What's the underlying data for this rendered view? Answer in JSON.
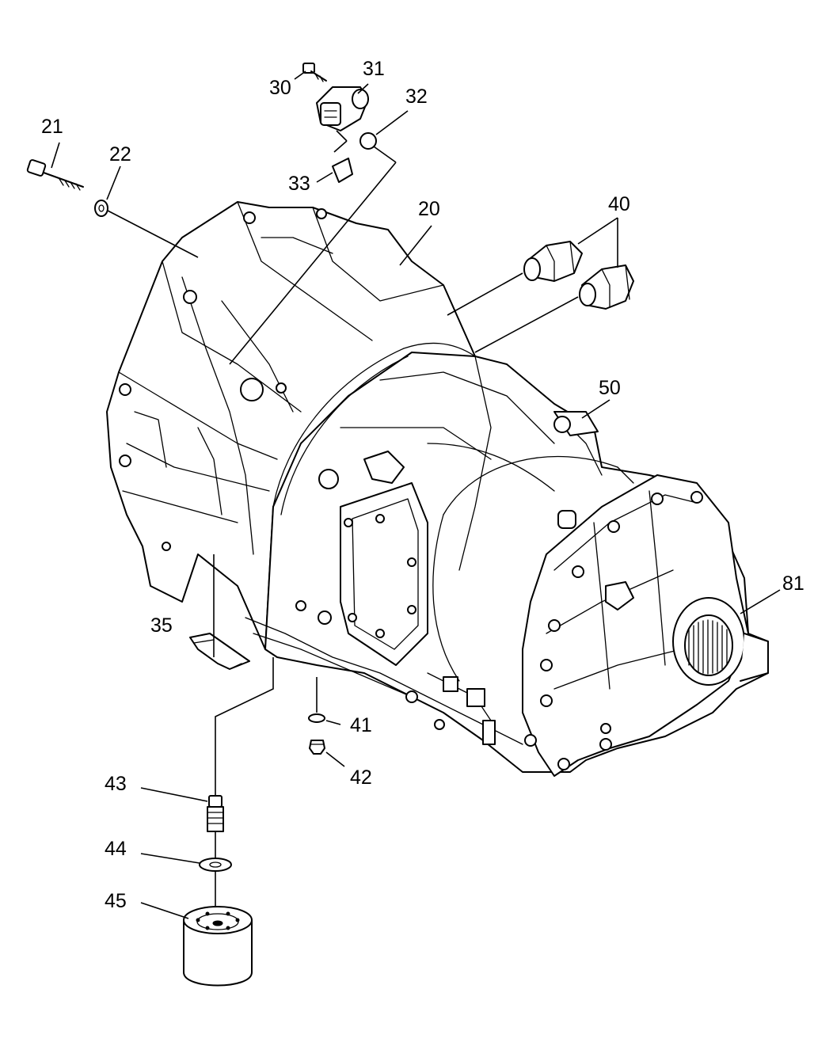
{
  "diagram": {
    "callouts": [
      {
        "id": "callout-21",
        "label": "21"
      },
      {
        "id": "callout-22",
        "label": "22"
      },
      {
        "id": "callout-30",
        "label": "30"
      },
      {
        "id": "callout-31",
        "label": "31"
      },
      {
        "id": "callout-32",
        "label": "32"
      },
      {
        "id": "callout-33",
        "label": "33"
      },
      {
        "id": "callout-20",
        "label": "20"
      },
      {
        "id": "callout-40",
        "label": "40"
      },
      {
        "id": "callout-50",
        "label": "50"
      },
      {
        "id": "callout-81",
        "label": "81"
      },
      {
        "id": "callout-35",
        "label": "35"
      },
      {
        "id": "callout-41",
        "label": "41"
      },
      {
        "id": "callout-42",
        "label": "42"
      },
      {
        "id": "callout-43",
        "label": "43"
      },
      {
        "id": "callout-44",
        "label": "44"
      },
      {
        "id": "callout-45",
        "label": "45"
      }
    ]
  }
}
